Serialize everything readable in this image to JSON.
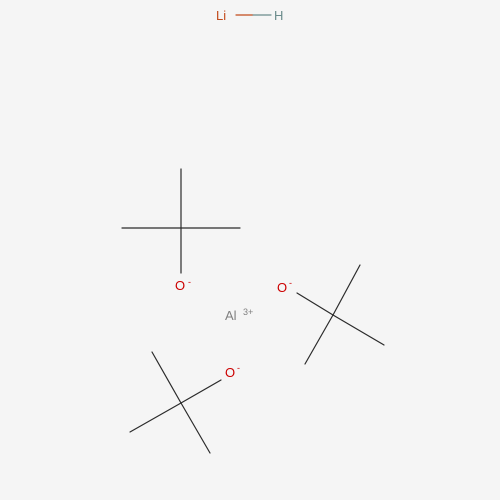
{
  "molecule": {
    "atoms": [
      {
        "id": "li",
        "symbol": "Li",
        "color": "#c24a1a"
      },
      {
        "id": "h",
        "symbol": "H",
        "color": "#6b8c8c"
      },
      {
        "id": "o1",
        "symbol": "O",
        "charge": "-",
        "color": "#cc0000"
      },
      {
        "id": "o2",
        "symbol": "O",
        "charge": "-",
        "color": "#cc0000"
      },
      {
        "id": "o3",
        "symbol": "O",
        "charge": "-",
        "color": "#cc0000"
      },
      {
        "id": "al",
        "symbol": "Al",
        "charge": "3+",
        "color": "#808080"
      }
    ],
    "bond_color": "#2b2b2b",
    "background": "#f5f5f5"
  }
}
